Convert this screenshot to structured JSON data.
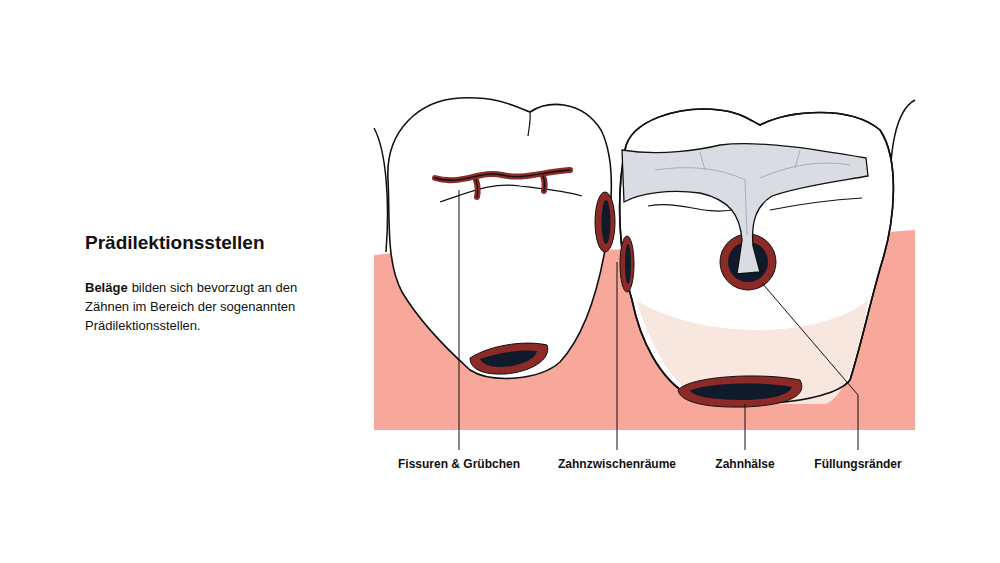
{
  "diagram": {
    "title": "Prädilektionsstellen",
    "labels": [
      "Beläge",
      "bilden sich bevorzugt an den Zähnen im Bereich der sogenannten Prädilektionsstellen.",
      "Fissuren & Grübchen",
      "Zahnzwischenräume",
      "Zahnhälse",
      "Füllungsränder"
    ]
  }
}
